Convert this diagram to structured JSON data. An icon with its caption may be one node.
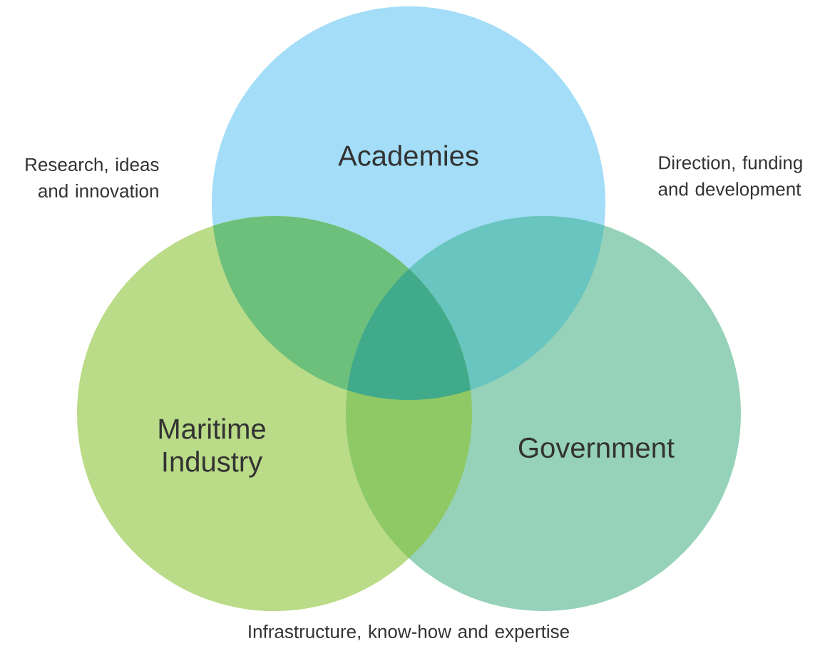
{
  "diagram": {
    "nodes": [
      {
        "text": [
          "Academies"
        ]
      },
      {
        "text": [
          "Maritime Industry"
        ]
      },
      {
        "text": [
          "Government"
        ]
      }
    ],
    "labels": [
      "Research, ideas and innovation",
      "Direction, funding and development",
      "Infrastructure, know-how and expertise"
    ]
  }
}
